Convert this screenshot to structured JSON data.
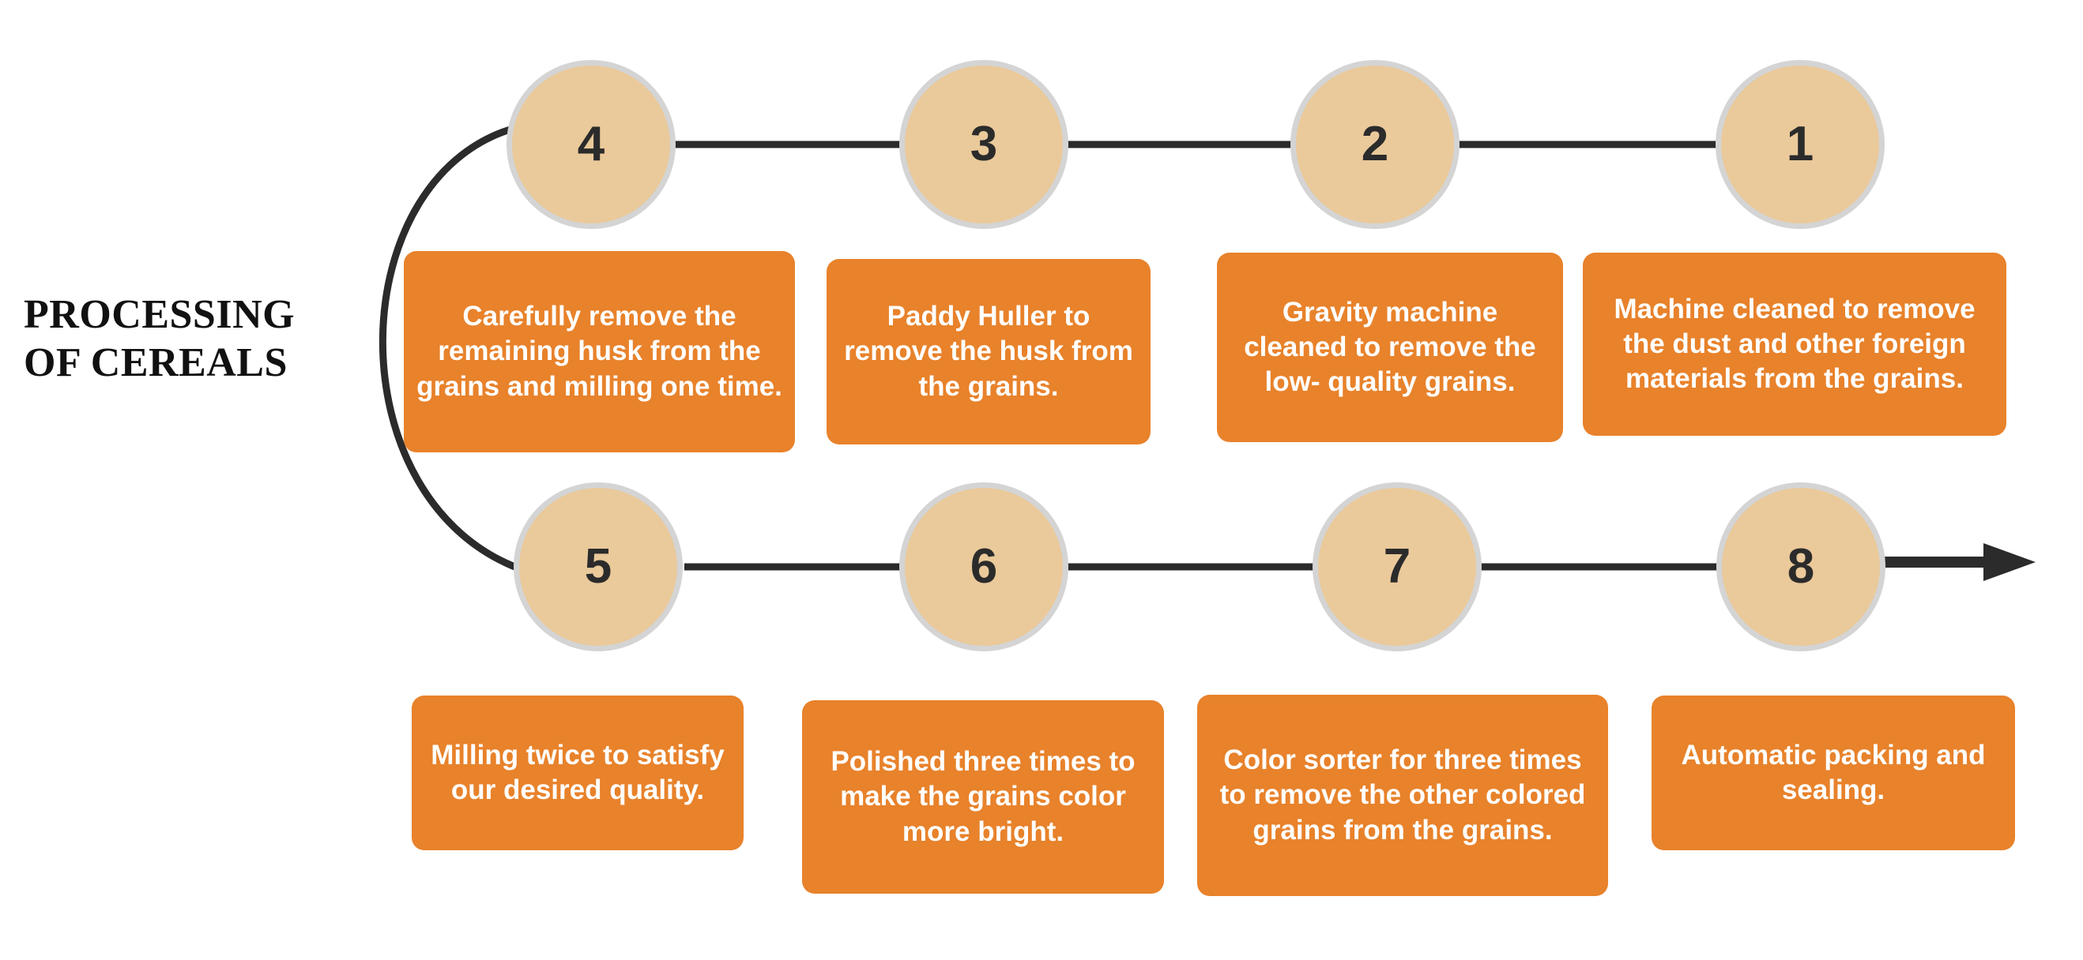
{
  "title": {
    "text": "PROCESSING\nOF CEREALS"
  },
  "colors": {
    "circle_fill": "#EAC99A",
    "circle_border": "#D4D4D4",
    "card_fill": "#E8822B",
    "card_text": "#FFFFFF",
    "line": "#2B2B2B",
    "title_text": "#111111",
    "background": "#FFFFFF"
  },
  "flow": {
    "direction_note": "top row runs right-to-left (4,3,2,1); bottom row runs left-to-right (5,6,7,8) ending in an arrowhead",
    "top_row": [
      {
        "number": "4",
        "text": "Carefully remove the remaining husk from the grains and milling one time."
      },
      {
        "number": "3",
        "text": "Paddy Huller to remove the husk from the grains."
      },
      {
        "number": "2",
        "text": "Gravity machine cleaned to remove the low- quality grains."
      },
      {
        "number": "1",
        "text": "Machine cleaned to remove the dust and other foreign materials from the grains."
      }
    ],
    "bottom_row": [
      {
        "number": "5",
        "text": "Milling twice to satisfy our desired quality."
      },
      {
        "number": "6",
        "text": "Polished three times to make the grains color more bright."
      },
      {
        "number": "7",
        "text": "Color sorter for three times to remove the other colored grains from the grains."
      },
      {
        "number": "8",
        "text": "Automatic packing and sealing."
      }
    ]
  }
}
